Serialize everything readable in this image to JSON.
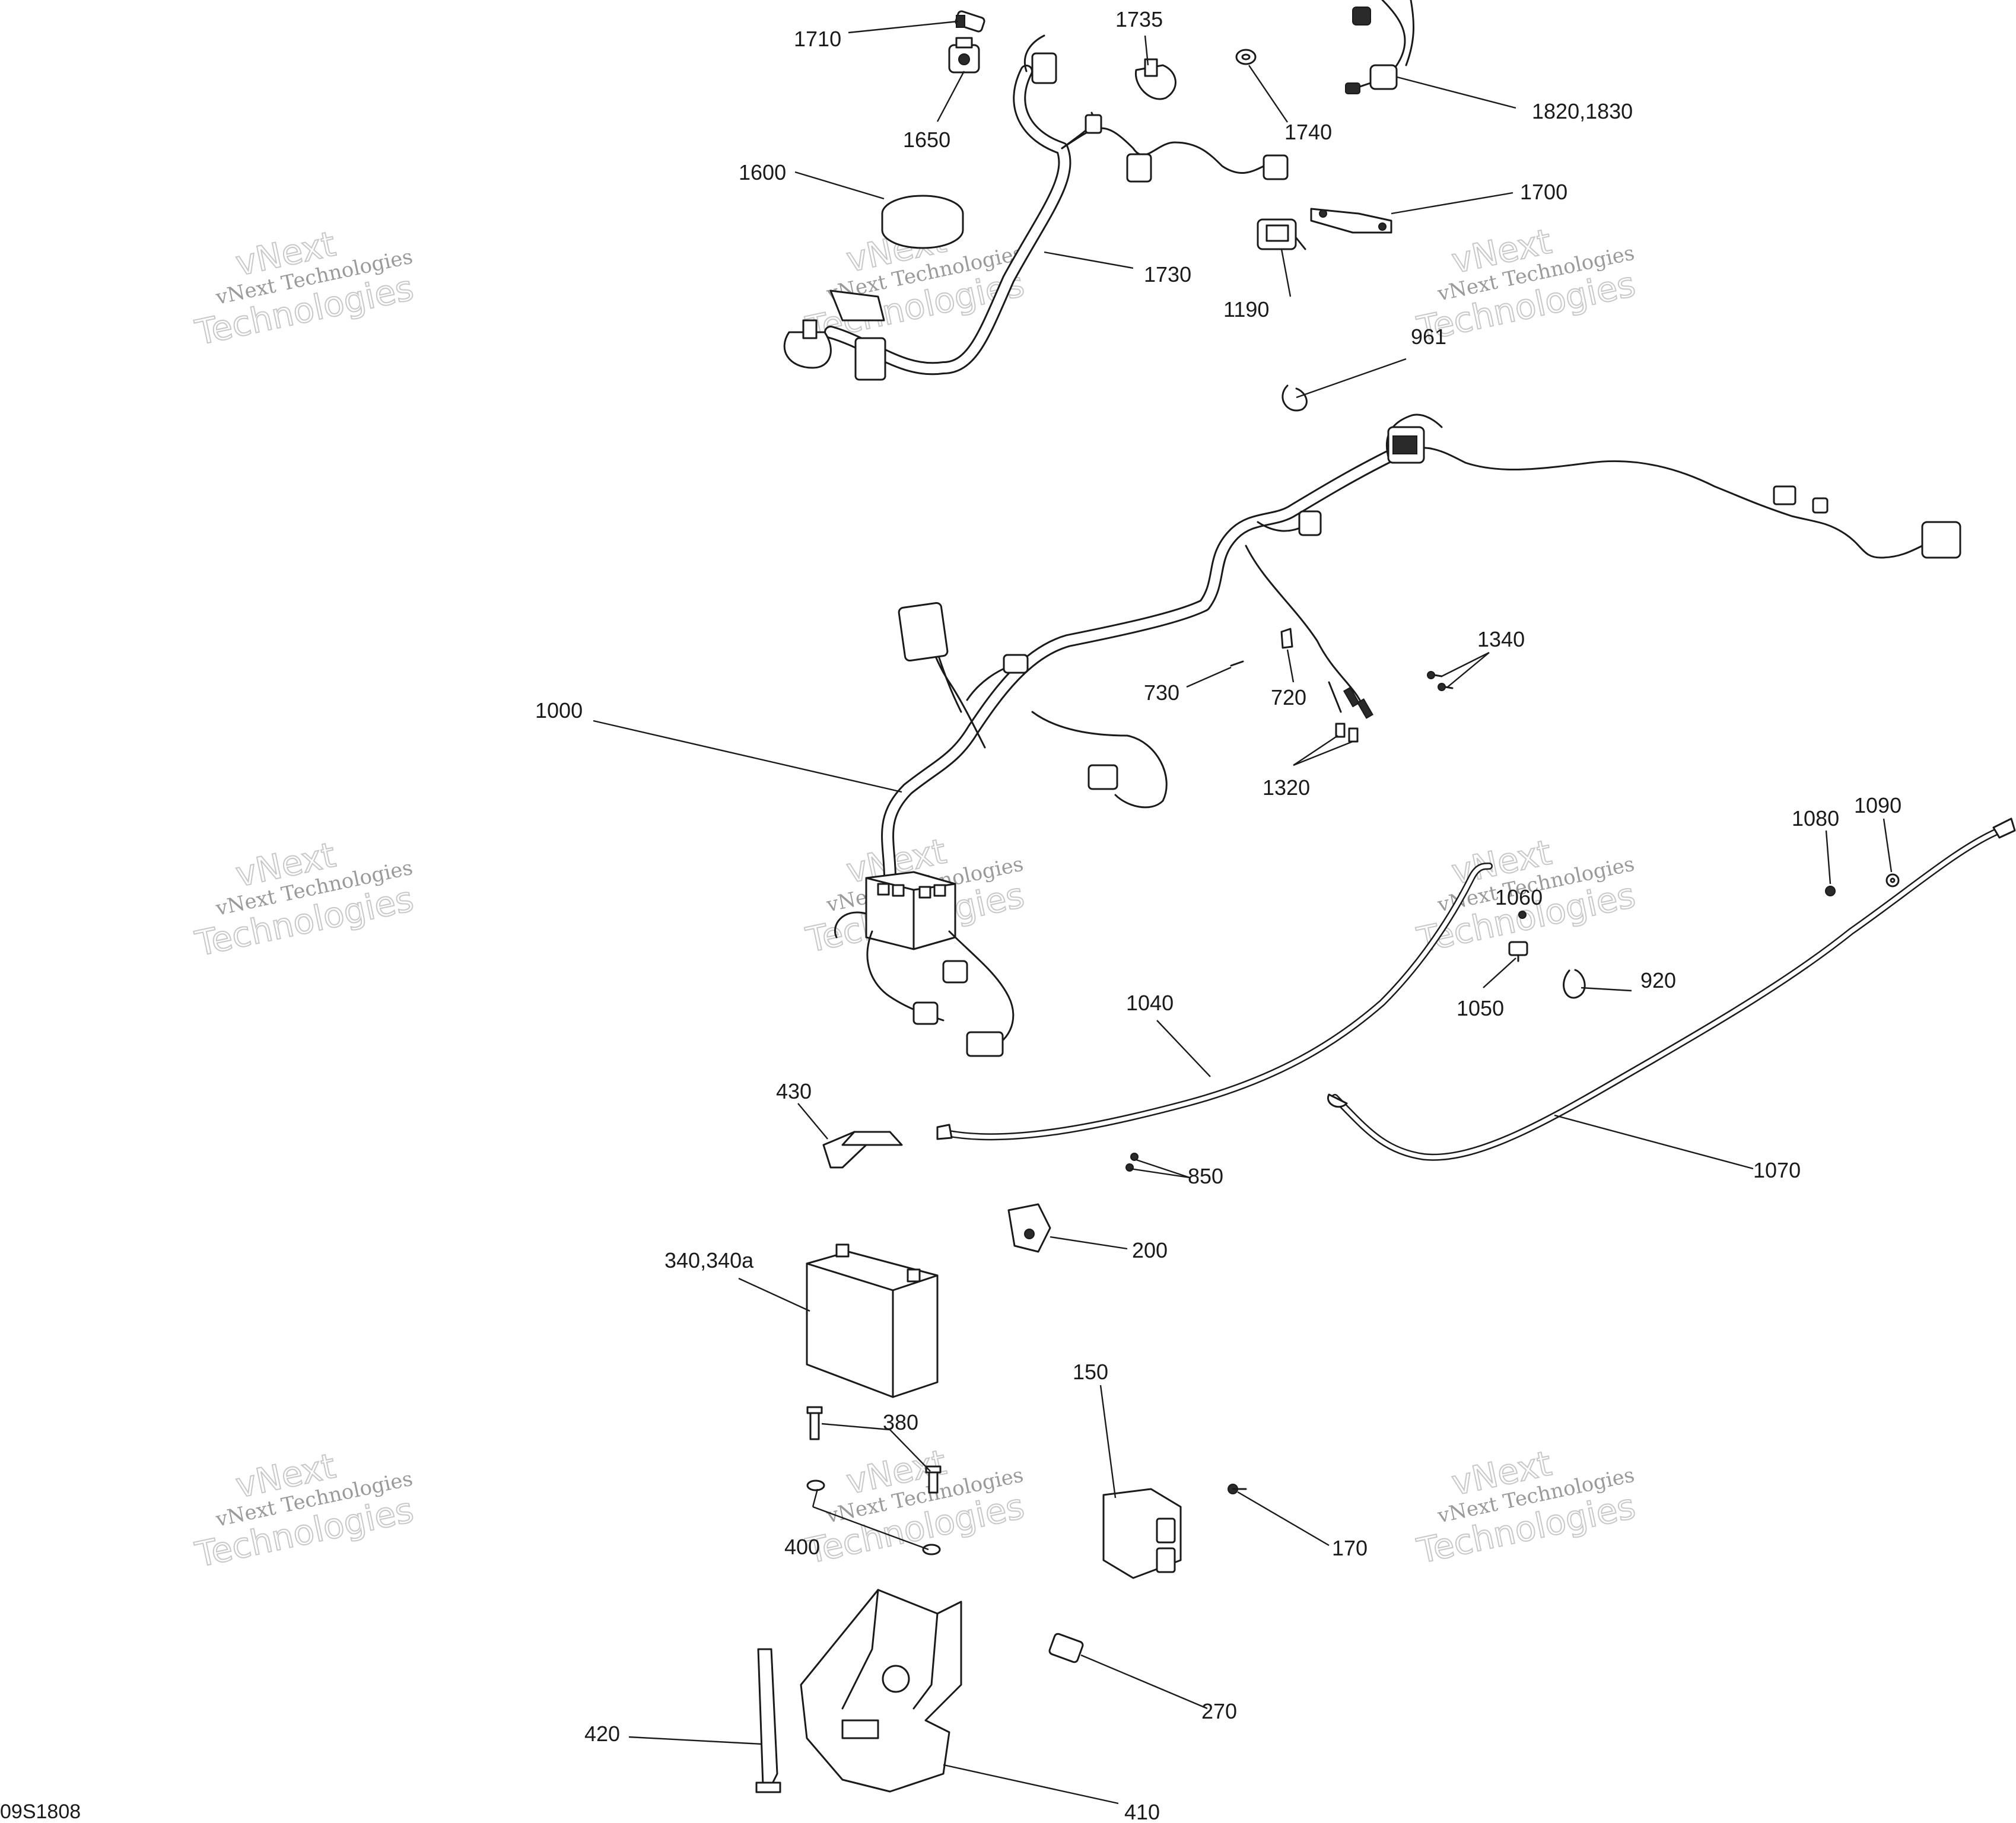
{
  "diagram": {
    "figure_code": "09S1808",
    "watermark": {
      "line1": "vNext Technologies",
      "line2": "vNext",
      "line3": "Technologies"
    },
    "callouts": [
      "1710",
      "1735",
      "1740",
      "1820,1830",
      "1650",
      "1600",
      "1700",
      "1730",
      "1190",
      "961",
      "1340",
      "730",
      "720",
      "1000",
      "1320",
      "1080",
      "1090",
      "1060",
      "1040",
      "1050",
      "920",
      "430",
      "850",
      "1070",
      "200",
      "340,340a",
      "150",
      "380",
      "400",
      "170",
      "270",
      "420",
      "410"
    ]
  }
}
